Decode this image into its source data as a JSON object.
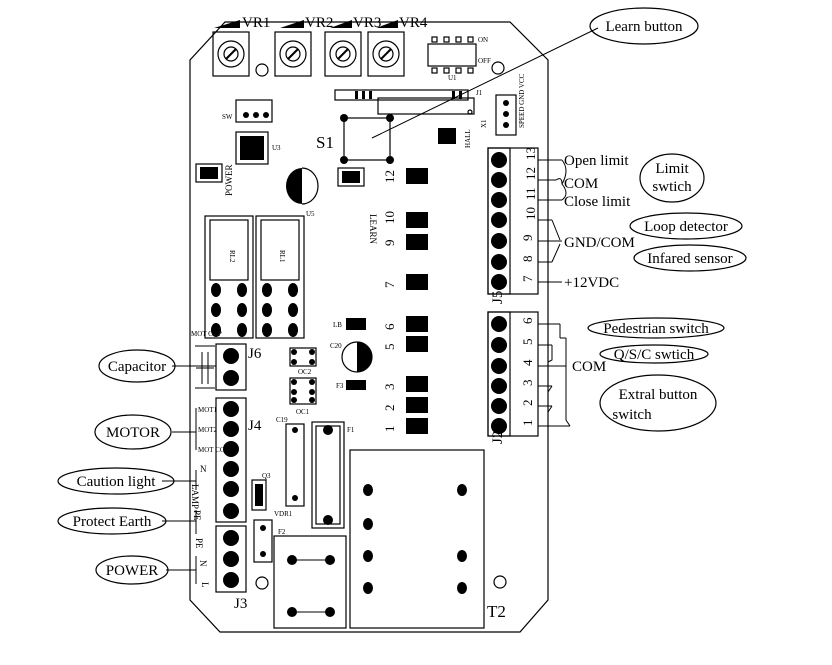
{
  "board": {
    "pot_labels": [
      "VR1",
      "VR2",
      "VR3",
      "VR4"
    ],
    "s1_label": "S1",
    "learn_text": "LEARN",
    "power_text": "POWER",
    "t2_label": "T2",
    "sw_text": "SW",
    "rl2_text": "RL2",
    "rl1_text": "RL1",
    "u1_text": "U1",
    "x1_text": "X1",
    "hall_text": "HALL",
    "on_text": "ON",
    "off_text": "OFF",
    "lb_text": "LB",
    "oc2_text": "OC2",
    "oc1_text": "OC1",
    "c19_text": "C19",
    "c20_text": "C20",
    "f1_text": "F1",
    "f2_text": "F2",
    "f3_text": "F3",
    "q3_text": "Q3",
    "vdr1_text": "VDR1",
    "j1_text": "J1",
    "u3_text": "U3",
    "u5_text": "U5",
    "x1_pins_text": "SPEED GND VCC",
    "jumper_numbers": [
      "12",
      "10",
      "9",
      "7",
      "6",
      "5",
      "3",
      "2",
      "1"
    ],
    "mot_cap_text": "MOT CAP"
  },
  "connectors": {
    "j5": {
      "label": "J5",
      "pins": [
        "13",
        "12",
        "11",
        "10",
        "9",
        "8",
        "7"
      ]
    },
    "j2": {
      "label": "J2",
      "pins": [
        "6",
        "5",
        "4",
        "3",
        "2",
        "1"
      ]
    },
    "j6": {
      "label": "J6"
    },
    "j4": {
      "label": "J4",
      "pin_labels": [
        "MOT1",
        "MOT2",
        "MOT COM",
        "N",
        "LAMP",
        "PE"
      ]
    },
    "j3": {
      "label": "J3",
      "pin_labels": [
        "PE",
        "N",
        "L"
      ]
    }
  },
  "callouts": {
    "learn_button": "Learn button",
    "open_limit": "Open limit",
    "com": "COM",
    "close_limit": "Close limit",
    "limit_switch": [
      "Limit",
      "swtich"
    ],
    "loop_detector": "Loop detector",
    "gnd_com": "GND/COM",
    "infared_sensor": "Infared sensor",
    "plus_12vdc": "+12VDC",
    "pedestrian_switch": "Pedestrian switch",
    "qsc_switch": "Q/S/C swtich",
    "com2": "COM",
    "extral_button_switch": [
      "Extral button",
      "switch"
    ],
    "capacitor": "Capacitor",
    "motor": "MOTOR",
    "caution_light": "Caution light",
    "protect_earth": "Protect Earth",
    "power": "POWER"
  }
}
